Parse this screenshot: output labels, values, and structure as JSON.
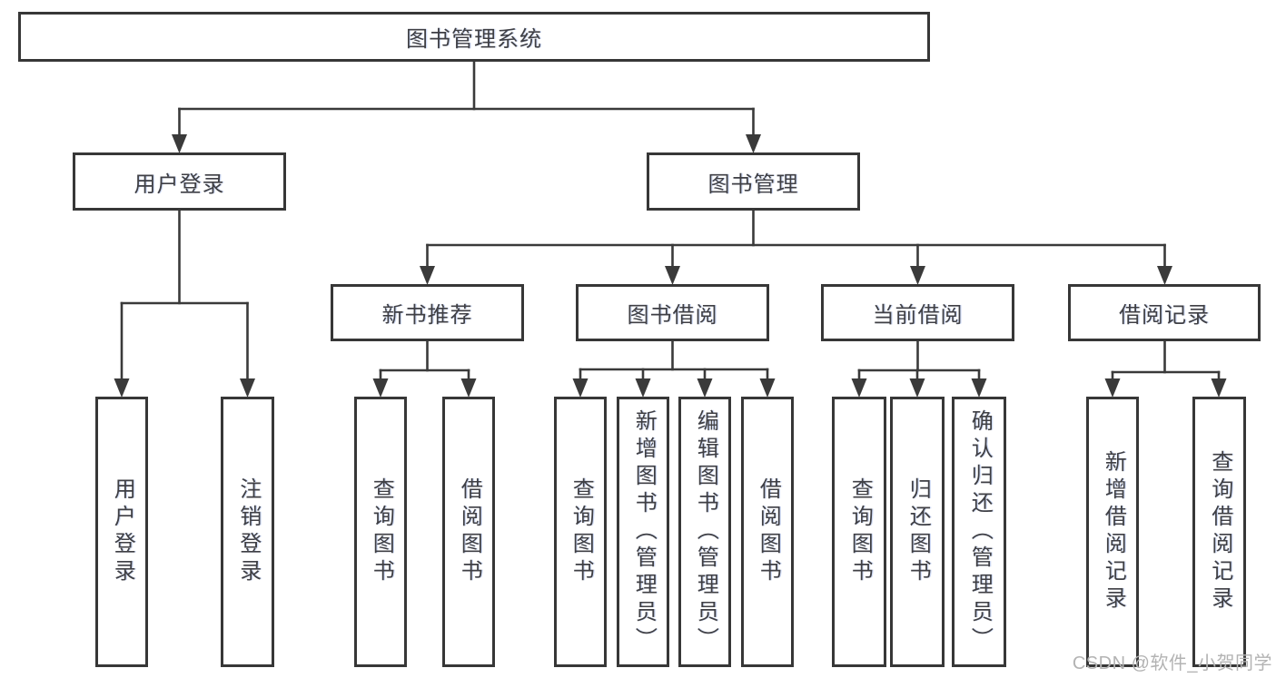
{
  "diagram": {
    "root": {
      "label": "图书管理系统"
    },
    "branches": [
      {
        "label": "用户登录",
        "children": [
          {
            "label": "用户登录"
          },
          {
            "label": "注销登录"
          }
        ]
      },
      {
        "label": "图书管理",
        "children": [
          {
            "label": "新书推荐",
            "children": [
              {
                "label": "查询图书"
              },
              {
                "label": "借阅图书"
              }
            ]
          },
          {
            "label": "图书借阅",
            "children": [
              {
                "label": "查询图书"
              },
              {
                "label": "新增图书（管理员）"
              },
              {
                "label": "编辑图书（管理员）"
              },
              {
                "label": "借阅图书"
              }
            ]
          },
          {
            "label": "当前借阅",
            "children": [
              {
                "label": "查询图书"
              },
              {
                "label": "归还图书"
              },
              {
                "label": "确认归还（管理员）"
              }
            ]
          },
          {
            "label": "借阅记录",
            "children": [
              {
                "label": "新增借阅记录"
              },
              {
                "label": "查询借阅记录"
              }
            ]
          }
        ]
      }
    ]
  },
  "watermark": {
    "text": "CSDN @软件_小贺同学"
  },
  "colors": {
    "line": "#3a3a3a",
    "box_border": "#373737",
    "text": "#3f3f44",
    "watermark": "#b3b3b3",
    "background": "#ffffff"
  }
}
